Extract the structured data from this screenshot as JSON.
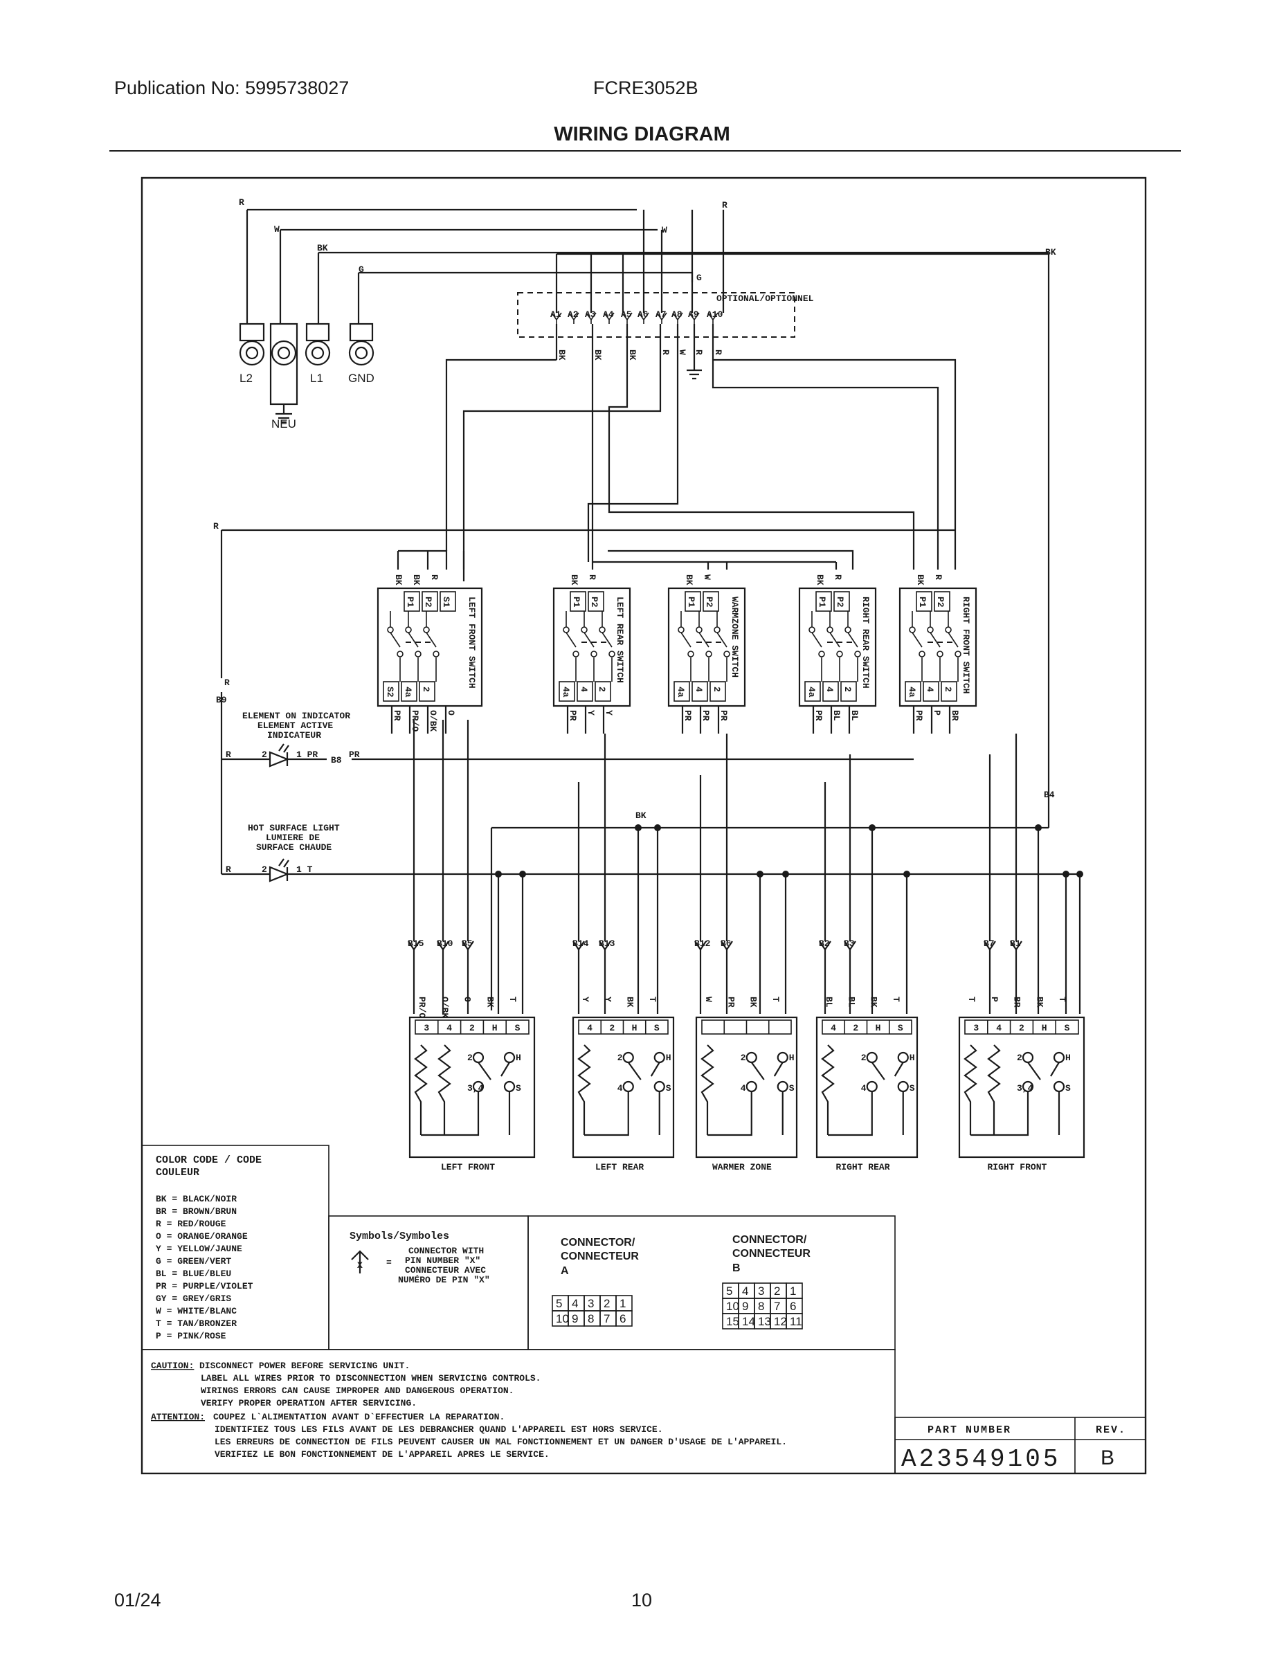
{
  "header": {
    "publication": "Publication No: 5995738027",
    "model": "FCRE3052B",
    "title": "WIRING DIAGRAM"
  },
  "footer": {
    "date": "01/24",
    "page": "10"
  },
  "terminals": {
    "l2": "L2",
    "l1": "L1",
    "gnd": "GND",
    "neu": "NEU"
  },
  "wire_colors_top": {
    "r1": "R",
    "w1": "W",
    "bk1": "BK",
    "g1": "G",
    "r2": "R",
    "w2": "W",
    "bk2": "BK",
    "g2": "G",
    "r_side": "R"
  },
  "optional_label": "OPTIONAL/OPTIONNEL",
  "connector_pins": [
    "A1",
    "A2",
    "A3",
    "A4",
    "A5",
    "A6",
    "A7",
    "A8",
    "A9",
    "A10"
  ],
  "connector_wire_labels": [
    "BK",
    "BK",
    "BK",
    "R",
    "W",
    "R",
    "R"
  ],
  "switches": [
    {
      "name": "LEFT FRONT SWITCH",
      "top": [
        "BK",
        "BK",
        "R"
      ],
      "terms_top": [
        "S1",
        "P2",
        "P1"
      ],
      "terms_bot": [
        "S2",
        "4a",
        "2"
      ],
      "bottom": [
        "PR",
        "PR/O",
        "O/BK",
        "O"
      ]
    },
    {
      "name": "LEFT REAR SWITCH",
      "top": [
        "BK",
        "R"
      ],
      "terms_top": [
        "P2",
        "P1"
      ],
      "terms_bot": [
        "4a",
        "4",
        "2"
      ],
      "bottom": [
        "PR",
        "Y",
        "Y"
      ]
    },
    {
      "name": "WARMZONE SWITCH",
      "top": [
        "BK",
        "W"
      ],
      "terms_top": [
        "P2",
        "P1"
      ],
      "terms_bot": [
        "4a",
        "4",
        "2"
      ],
      "bottom": [
        "PR",
        "PR",
        "PR"
      ]
    },
    {
      "name": "RIGHT REAR SWITCH",
      "top": [
        "BK",
        "R"
      ],
      "terms_top": [
        "P2",
        "P1"
      ],
      "terms_bot": [
        "4a",
        "4",
        "2"
      ],
      "bottom": [
        "PR",
        "BL",
        "BL"
      ]
    },
    {
      "name": "RIGHT FRONT SWITCH",
      "top": [
        "BK",
        "R"
      ],
      "terms_top": [
        "P2",
        "P1"
      ],
      "terms_bot": [
        "4a",
        "4",
        "2"
      ],
      "bottom": [
        "PR",
        "P",
        "BR"
      ]
    }
  ],
  "indicators": {
    "element_on": [
      "ELEMENT ON INDICATOR",
      "ELEMENT ACTIVE",
      "INDICATEUR"
    ],
    "hot_surface": [
      "HOT SURFACE LIGHT",
      "LUMIERE DE",
      "SURFACE CHAUDE"
    ],
    "elem_pins": {
      "r": "R",
      "p2": "2",
      "p1": "1 PR",
      "b8": "B8",
      "pr": "PR"
    },
    "hot_pins": {
      "r": "R",
      "p2": "2",
      "p1": "1 T"
    },
    "b9": "B9",
    "b9_r": "R",
    "r_left": "R",
    "b4": "B4",
    "bk_mid": "BK"
  },
  "pins_b": [
    "B15",
    "B10",
    "B5",
    "B14",
    "B13",
    "B12",
    "B6",
    "B2",
    "B3",
    "B7",
    "B1"
  ],
  "elements": [
    {
      "name": "LEFT FRONT",
      "wires": [
        "PR/O",
        "O/BK",
        "O",
        "BK",
        "T"
      ],
      "terms": [
        "3",
        "4",
        "2",
        "H",
        "S"
      ]
    },
    {
      "name": "LEFT REAR",
      "wires": [
        "Y",
        "Y",
        "BK",
        "T"
      ],
      "terms": [
        "4",
        "2",
        "H",
        "S"
      ]
    },
    {
      "name": "WARMER ZONE",
      "wires": [
        "W",
        "PR",
        "BK",
        "T"
      ],
      "terms": [
        "",
        "",
        "",
        ""
      ]
    },
    {
      "name": "RIGHT REAR",
      "wires": [
        "BL",
        "BL",
        "BK",
        "T"
      ],
      "terms": [
        "4",
        "2",
        "H",
        "S"
      ]
    },
    {
      "name": "RIGHT FRONT",
      "wires": [
        "T",
        "P",
        "BR",
        "BK",
        "T"
      ],
      "terms": [
        "3",
        "4",
        "2",
        "H",
        "S"
      ]
    }
  ],
  "element_pin_labels": {
    "p2": "2",
    "p4": "4",
    "p34": "3,4",
    "h": "H",
    "s": "S"
  },
  "color_code": {
    "title1": "COLOR CODE / CODE",
    "title2": "COULEUR",
    "items": [
      "BK = BLACK/NOIR",
      "BR = BROWN/BRUN",
      "R  = RED/ROUGE",
      "O  = ORANGE/ORANGE",
      "Y  = YELLOW/JAUNE",
      "G  = GREEN/VERT",
      "BL = BLUE/BLEU",
      "PR = PURPLE/VIOLET",
      "GY = GREY/GRIS",
      "W  = WHITE/BLANC",
      "T  = TAN/BRONZER",
      "P  = PINK/ROSE"
    ]
  },
  "symbols": {
    "title": "Symbols/Symboles",
    "eq": "=",
    "x": "X",
    "lines": [
      "CONNECTOR WITH",
      "PIN NUMBER \"X\"",
      "CONNECTEUR AVEC",
      "NUMÉRO DE PIN \"X\""
    ]
  },
  "connector_a": {
    "label": [
      "CONNECTOR/",
      "CONNECTEUR",
      "A"
    ],
    "row1": [
      "5",
      "4",
      "3",
      "2",
      "1"
    ],
    "row2": [
      "10",
      "9",
      "8",
      "7",
      "6"
    ]
  },
  "connector_b": {
    "label": [
      "CONNECTOR/",
      "CONNECTEUR",
      "B"
    ],
    "row1": [
      "5",
      "4",
      "3",
      "2",
      "1"
    ],
    "row2": [
      "10",
      "9",
      "8",
      "7",
      "6"
    ],
    "row3": [
      "15",
      "14",
      "13",
      "12",
      "11"
    ]
  },
  "caution": {
    "label": "CAUTION:",
    "lines": [
      "DISCONNECT POWER BEFORE SERVICING UNIT.",
      "LABEL ALL WIRES PRIOR TO DISCONNECTION WHEN SERVICING CONTROLS.",
      "WIRINGS ERRORS CAN CAUSE IMPROPER AND DANGEROUS OPERATION.",
      "VERIFY PROPER OPERATION AFTER SERVICING."
    ],
    "attn_label": "ATTENTION:",
    "attn_lines": [
      "COUPEZ L`ALIMENTATION AVANT D`EFFECTUER LA REPARATION.",
      "IDENTIFIEZ TOUS LES FILS AVANT DE LES DEBRANCHER QUAND L'APPAREIL EST HORS SERVICE.",
      "LES ERREURS DE CONNECTION DE FILS PEUVENT CAUSER UN MAL FONCTIONNEMENT ET UN DANGER D'USAGE DE L'APPAREIL.",
      "VERIFIEZ LE BON FONCTIONNEMENT DE L'APPAREIL APRES LE SERVICE."
    ]
  },
  "part": {
    "label": "PART NUMBER",
    "rev_label": "REV.",
    "number": "A23549105",
    "rev": "B"
  }
}
